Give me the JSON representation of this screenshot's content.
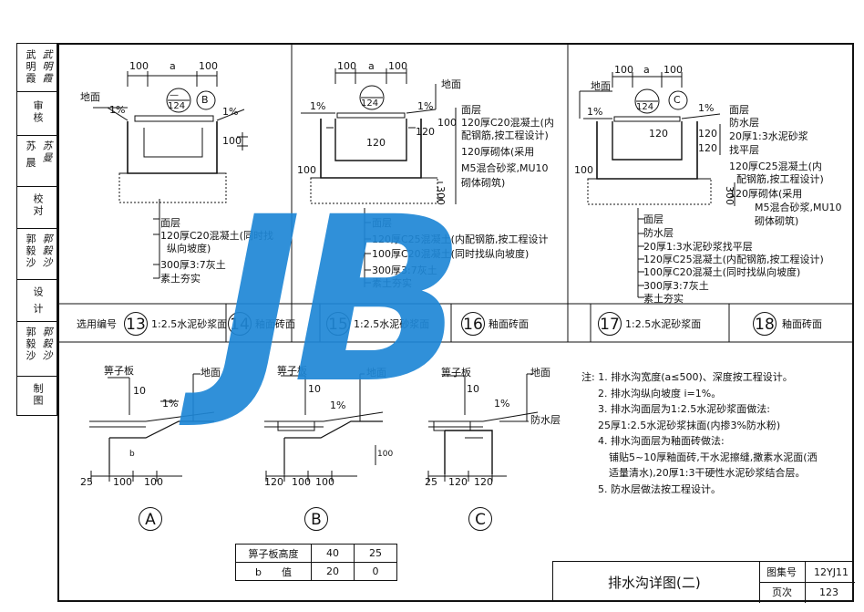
{
  "sidebar": [
    {
      "label": "武明霞",
      "sign": "武明霞"
    },
    {
      "label": "审核",
      "sign": ""
    },
    {
      "label": "苏 晨",
      "sign": "苏曼"
    },
    {
      "label": "校对",
      "sign": ""
    },
    {
      "label": "郭毅沙",
      "sign": "郭毅沙"
    },
    {
      "label": "设 计",
      "sign": ""
    },
    {
      "label": "郭毅沙",
      "sign": "郭毅沙"
    },
    {
      "label": "制图",
      "sign": ""
    }
  ],
  "dims": {
    "d100": "100",
    "da": "a",
    "d120": "120",
    "d300": "300",
    "d10": "10",
    "d25": "25",
    "pct1": "1%",
    "code124": "124",
    "codeB": "B",
    "codeC": "C",
    "dash": "—"
  },
  "labels": {
    "ground": "地面",
    "grate": "箅子板",
    "waterproof": "防水层",
    "surface": "面层",
    "waterproof2": "防水层"
  },
  "layers1": [
    "面层",
    "120厚C20混凝土(同时找",
    "纵向坡度)",
    "300厚3:7灰土",
    "素土夯实"
  ],
  "layers2_top": [
    "面层",
    "120厚C20混凝土(内",
    "配钢筋,按工程设计)",
    "120厚砌体(采用",
    "M5混合砂浆,MU10",
    "砌体砌筑)"
  ],
  "layers2_bottom": [
    "面层",
    "120厚C25混凝土(内配钢筋,按工程设计",
    "100厚C20混凝土(同时找纵向坡度)",
    "300厚3:7灰土",
    "素土夯实"
  ],
  "layers3_top": [
    "面层",
    "防水层",
    "20厚1:3水泥砂浆",
    "找平层",
    "120厚C25混凝土(内",
    "配钢筋,按工程设计)",
    "120厚砌体(采用",
    "M5混合砂浆,MU10",
    "砌体砌筑)"
  ],
  "layers3_bottom": [
    "面层",
    "防水层",
    "20厚1:3水泥砂浆找平层",
    "120厚C25混凝土(内配钢筋,按工程设计)",
    "100厚C20混凝土(同时找纵向坡度)",
    "300厚3:7灰土",
    "素土夯实"
  ],
  "selection": {
    "title": "选用编号",
    "items": [
      {
        "num": "13",
        "text": "1:2.5水泥砂浆面"
      },
      {
        "num": "14",
        "text": "釉面砖面"
      },
      {
        "num": "15",
        "text": "1:2.5水泥砂浆面"
      },
      {
        "num": "16",
        "text": "釉面砖面"
      },
      {
        "num": "17",
        "text": "1:2.5水泥砂浆面"
      },
      {
        "num": "18",
        "text": "釉面砖面"
      }
    ]
  },
  "details": {
    "A": "A",
    "B": "B",
    "C": "C",
    "b": "b"
  },
  "grate_table": {
    "rows": [
      [
        "箅子板高度",
        "40",
        "25"
      ],
      [
        "b　　值",
        "20",
        "0"
      ]
    ]
  },
  "notes": [
    "注: 1. 排水沟宽度(a≤500)、深度按工程设计。",
    "2. 排水沟纵向坡度 i=1%。",
    "3. 排水沟面层为1:2.5水泥砂浆面做法:",
    "25厚1:2.5水泥砂浆抹面(内掺3%防水粉)",
    "4. 排水沟面层为釉面砖做法:",
    "铺贴5~10厚釉面砖,干水泥擦缝,撒素水泥面(洒",
    "适量清水),20厚1:3干硬性水泥砂浆结合层。",
    "5. 防水层做法按工程设计。"
  ],
  "titleblock": {
    "title": "排水沟详图(二)",
    "atlas_label": "图集号",
    "atlas_value": "12YJ11",
    "page_label": "页次",
    "page_value": "123"
  },
  "watermark": "JB",
  "colors": {
    "watermark": "#1f87d6",
    "line": "#111111"
  }
}
